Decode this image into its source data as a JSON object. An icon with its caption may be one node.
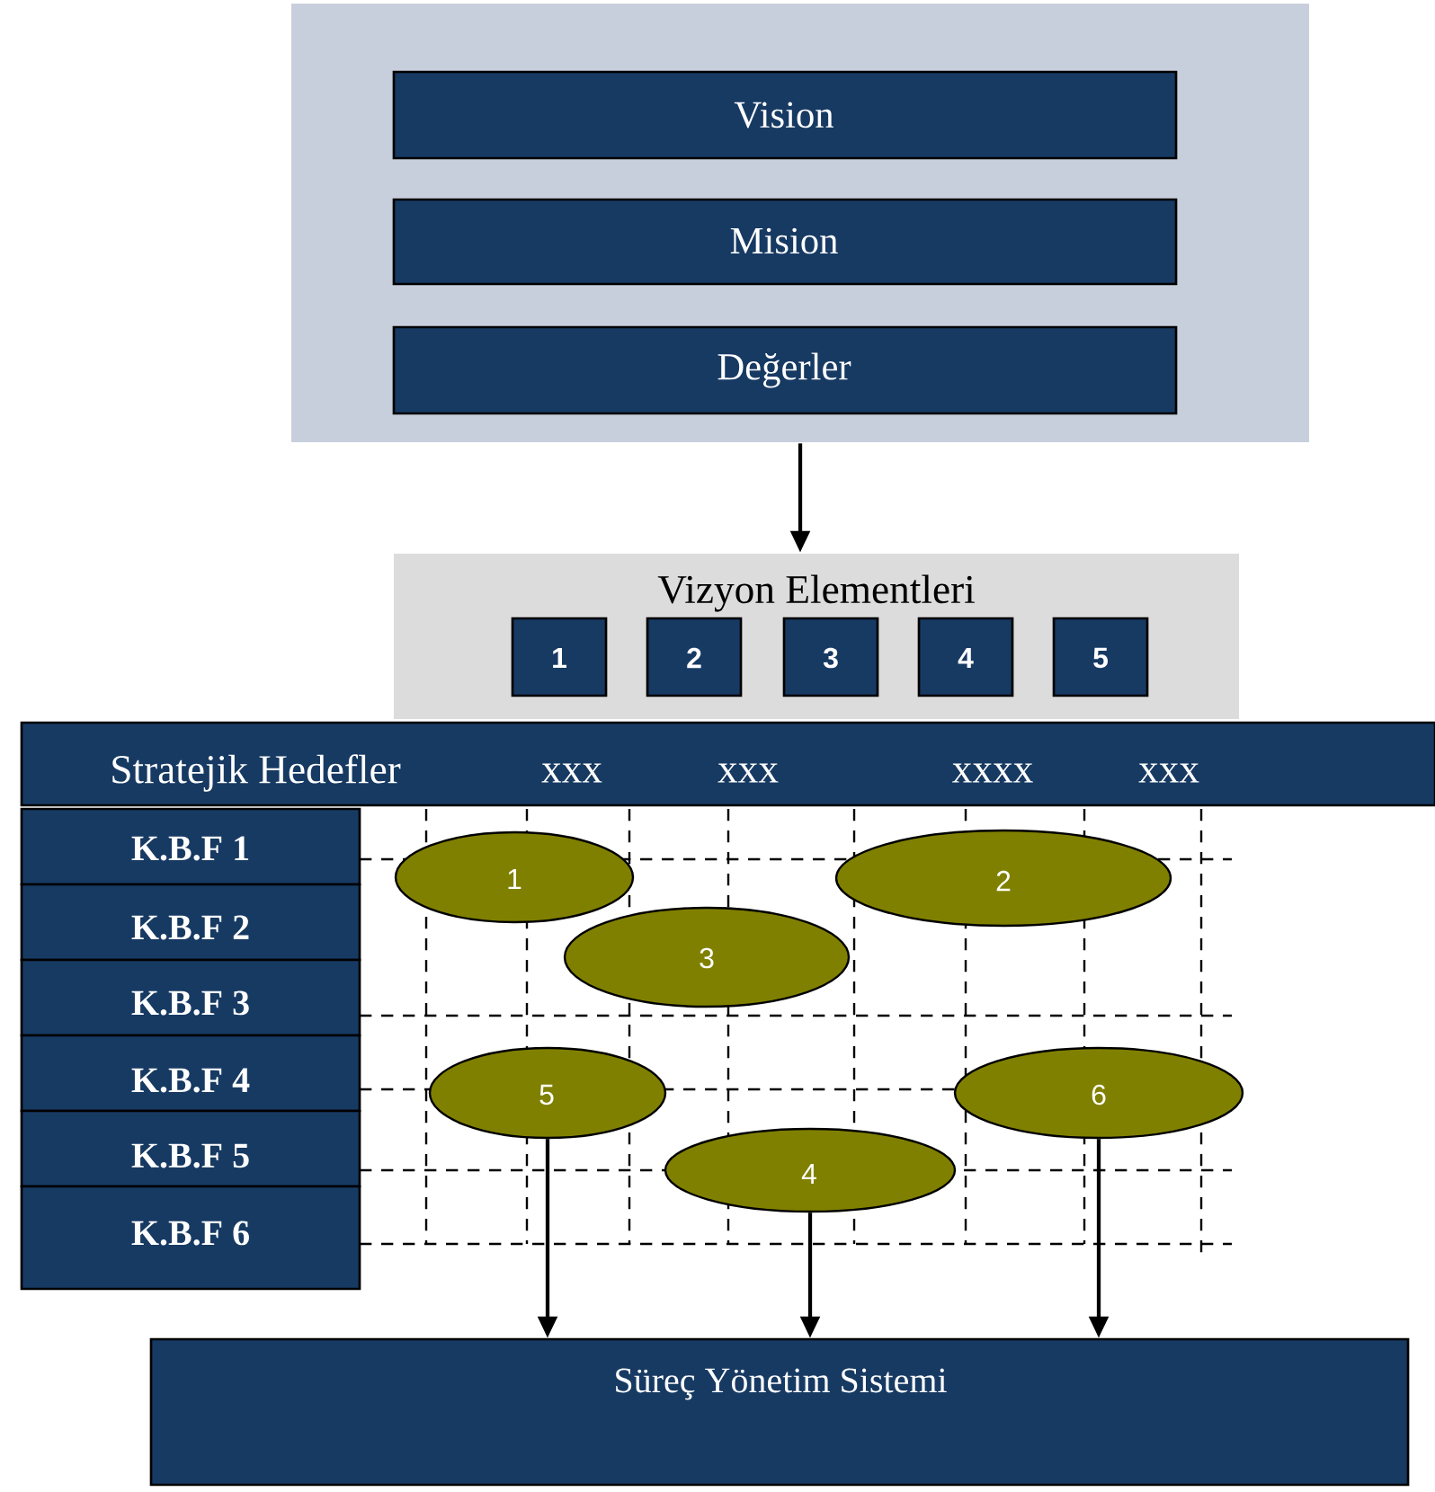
{
  "diagram": {
    "nodes": [
      {
        "text": [],
        "shape": "box"
      },
      {
        "text": [
          "Vision"
        ],
        "in": 0
      },
      {
        "text": [
          "Mision"
        ],
        "in": 0
      },
      {
        "text": [
          "Değerler"
        ],
        "in": 0
      },
      {
        "text": [
          "Vizyon Elementleri"
        ]
      },
      {
        "text": [
          "1"
        ],
        "in": 4
      },
      {
        "text": [
          "2"
        ],
        "in": 4
      },
      {
        "text": [
          "3"
        ],
        "in": 4
      },
      {
        "text": [
          "4"
        ],
        "in": 4
      },
      {
        "text": [
          "5"
        ],
        "in": 4
      },
      {
        "text": [
          "Stratejik Hedefler",
          "xxx",
          "xxx",
          "xxxx",
          "xxx"
        ]
      },
      {
        "text": [
          "K.B.F 1"
        ]
      },
      {
        "text": [
          "K.B.F 2"
        ]
      },
      {
        "text": [
          "K.B.F 3"
        ]
      },
      {
        "text": [
          "K.B.F 4"
        ]
      },
      {
        "text": [
          "K.B.F 5"
        ]
      },
      {
        "text": [
          "K.B.F 6"
        ]
      },
      {
        "text": [
          "1"
        ]
      },
      {
        "text": [
          "2"
        ]
      },
      {
        "text": [
          "3"
        ]
      },
      {
        "text": [
          "5"
        ]
      },
      {
        "text": [
          "6"
        ]
      },
      {
        "text": [
          "4"
        ]
      },
      {
        "text": [
          "Süreç Yönetim Sistemi"
        ]
      }
    ],
    "edges": [
      {
        "from": 0,
        "to": 4,
        "arrow": "to"
      },
      {
        "from": 20,
        "to": 23,
        "arrow": "to"
      },
      {
        "from": 22,
        "to": 23,
        "arrow": "to"
      },
      {
        "from": 21,
        "to": 23,
        "arrow": "to"
      }
    ]
  }
}
